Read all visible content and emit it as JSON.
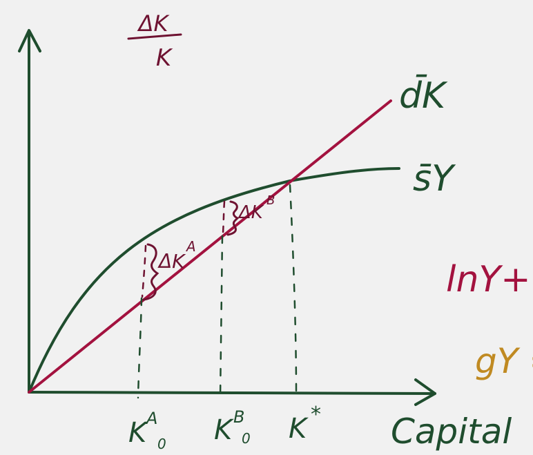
{
  "colors": {
    "background": "#f1f1f1",
    "axes": "#1f4d2e",
    "curve": "#1f4d2e",
    "line": "#a3123f",
    "annotation": "#6e1231",
    "partial_text_red": "#a3123f",
    "partial_text_gold": "#c08a22"
  },
  "labels": {
    "y_axis_fraction_top": "ΔK",
    "y_axis_fraction_bottom": "K",
    "line_label": "d̄K",
    "curve_label": "s̄Y",
    "delta_a": "ΔK",
    "delta_a_sup": "A",
    "delta_b": "ΔK",
    "delta_b_sup": "B",
    "k0a": "K",
    "k0a_sup": "A",
    "k0a_sub": "0",
    "k0b": "K",
    "k0b_sup": "B",
    "k0b_sub": "0",
    "kstar": "K",
    "kstar_sup": "*",
    "x_axis": "Capital",
    "cut_text_1": "lnY+",
    "cut_text_2": "gY ="
  },
  "chart_data": {
    "type": "line",
    "xlabel": "Capital",
    "ylabel": "ΔK/K",
    "series": [
      {
        "name": "d̄K",
        "kind": "linear",
        "slope": 1.0
      },
      {
        "name": "s̄Y",
        "kind": "concave"
      }
    ],
    "markers": [
      {
        "label": "K₀ᴬ",
        "x": 0.41
      },
      {
        "label": "K₀ᴮ",
        "x": 0.7
      },
      {
        "label": "K*",
        "x": 1.0
      }
    ],
    "intersection_x": 1.0
  }
}
